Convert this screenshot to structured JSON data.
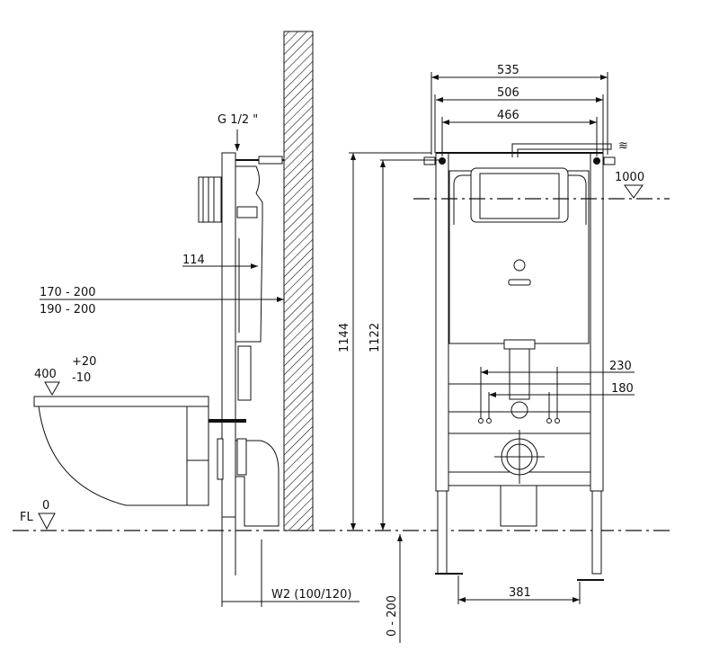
{
  "side_view": {
    "inlet_label": "G 1/2 \"",
    "dim_114": "114",
    "dim_depth_a": "170 - 200",
    "dim_depth_b": "190 - 200",
    "seat_height": "400",
    "seat_tol_plus": "+20",
    "seat_tol_minus": "-10",
    "floor_label": "FL",
    "floor_level": "0",
    "wall_dim": "W2 (100/120)"
  },
  "front_view": {
    "width_outer": "535",
    "width_mid": "506",
    "width_inner": "466",
    "height_total": "1144",
    "height_frame": "1122",
    "button_height": "1000",
    "bolt_spacing_outer": "230",
    "bolt_spacing_inner": "180",
    "foot_spacing": "381",
    "leg_adjust": "0 - 200"
  },
  "colors": {
    "line": "#111111",
    "background": "#ffffff"
  }
}
